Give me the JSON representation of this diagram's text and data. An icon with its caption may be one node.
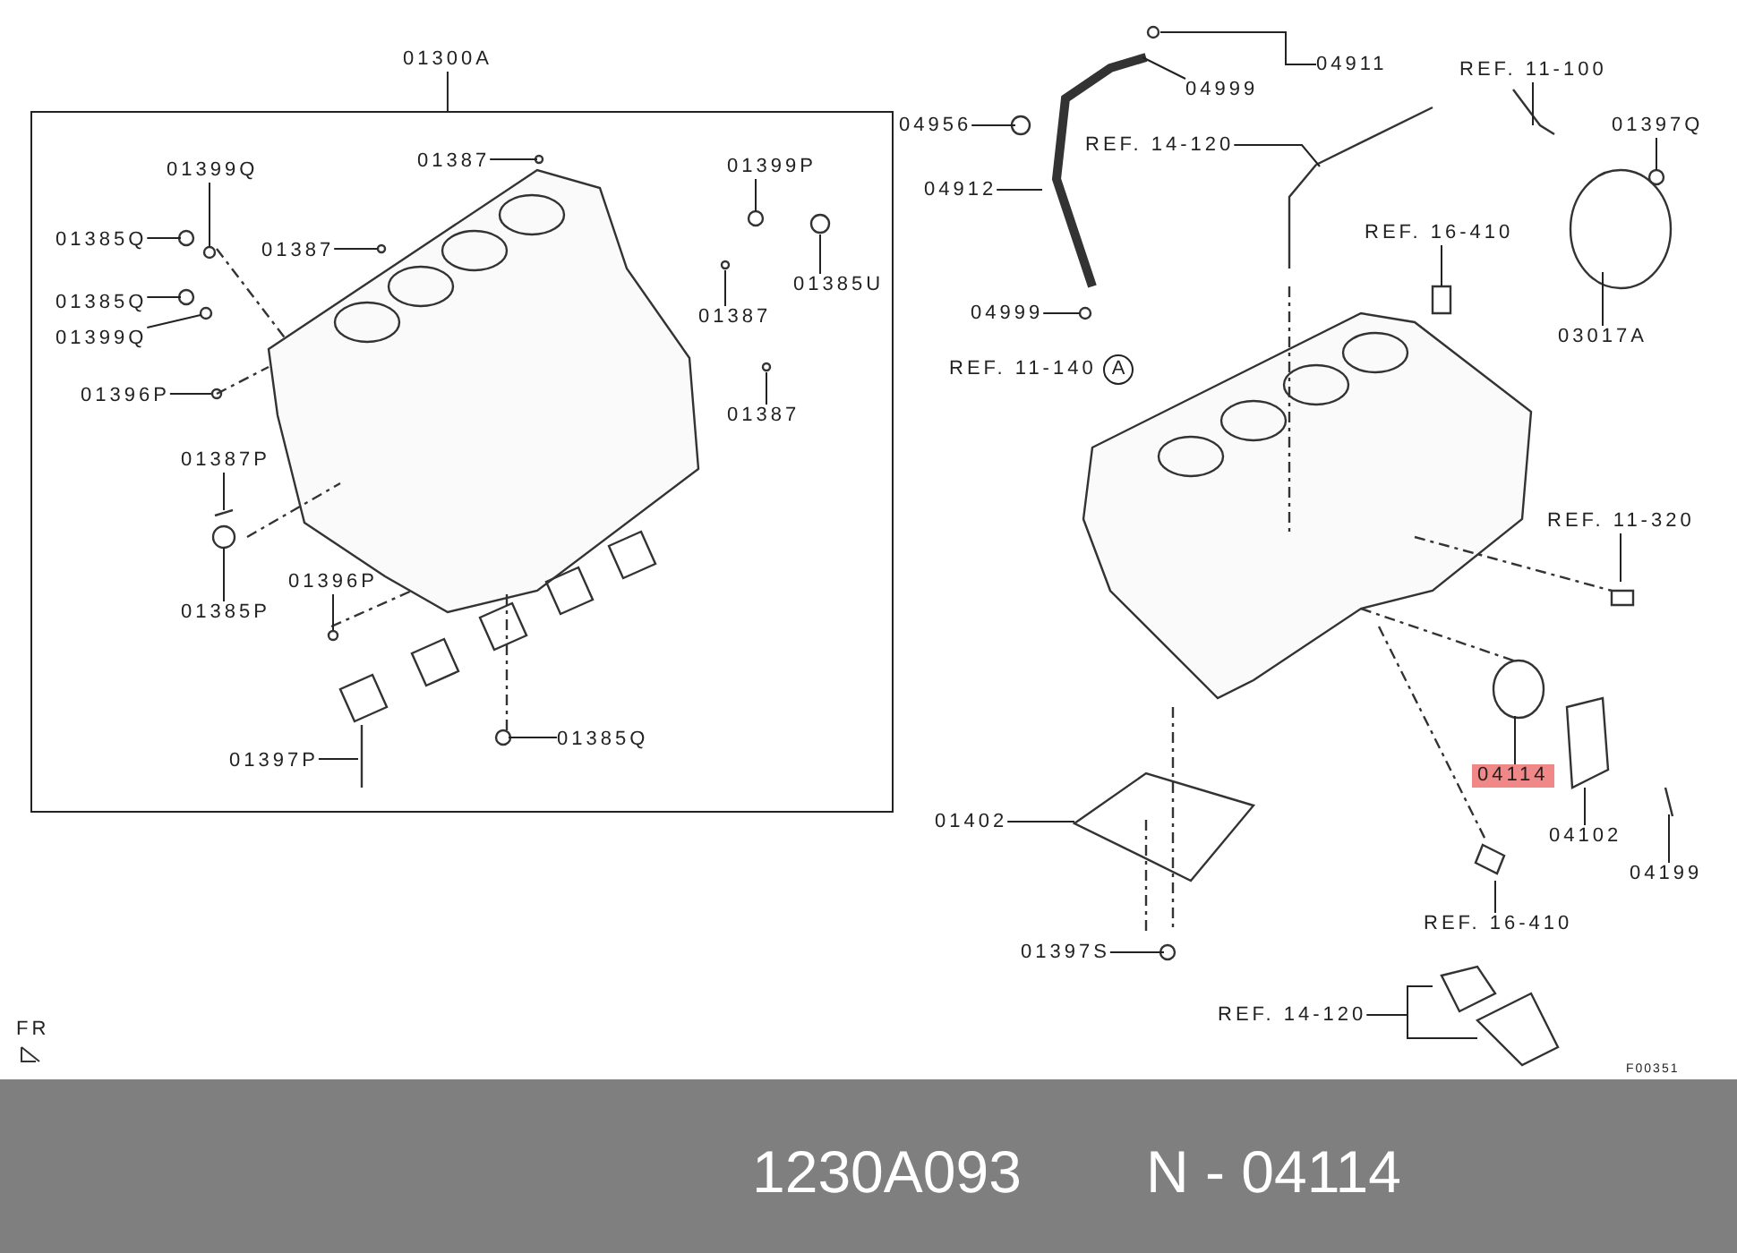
{
  "diagram": {
    "nodes": [
      {
        "text": [],
        "shape": "box"
      },
      {
        "text": [
          "01300A"
        ]
      },
      {
        "text": [
          "01387"
        ],
        "in": 0
      },
      {
        "text": [
          "01399Q"
        ],
        "in": 0
      },
      {
        "text": [
          "01385Q"
        ],
        "in": 0
      },
      {
        "text": [
          "01387"
        ],
        "in": 0
      },
      {
        "text": [
          "01399P"
        ],
        "in": 0
      },
      {
        "text": [
          "01385U"
        ],
        "in": 0
      },
      {
        "text": [
          "01385Q"
        ],
        "in": 0
      },
      {
        "text": [
          "01399Q"
        ],
        "in": 0
      },
      {
        "text": [
          "01396P"
        ],
        "in": 0
      },
      {
        "text": [
          "01387"
        ],
        "in": 0
      },
      {
        "text": [
          "01387"
        ],
        "in": 0
      },
      {
        "text": [
          "01387P"
        ],
        "in": 0
      },
      {
        "text": [
          "01385P"
        ],
        "in": 0
      },
      {
        "text": [
          "01396P"
        ],
        "in": 0
      },
      {
        "text": [
          "01385Q"
        ],
        "in": 0
      },
      {
        "text": [
          "01397P"
        ],
        "in": 0
      },
      {
        "text": [
          "04911"
        ]
      },
      {
        "text": [
          "04999"
        ]
      },
      {
        "text": [
          "04956"
        ]
      },
      {
        "text": [
          "REF. 14-120"
        ]
      },
      {
        "text": [
          "04912"
        ]
      },
      {
        "text": [
          "04999"
        ]
      },
      {
        "text": [
          "REF. 11-140"
        ]
      },
      {
        "text": [
          "A"
        ]
      },
      {
        "text": [
          "REF. 11-100"
        ]
      },
      {
        "text": [
          "01397Q"
        ]
      },
      {
        "text": [
          "REF. 16-410"
        ]
      },
      {
        "text": [
          "03017A"
        ]
      },
      {
        "text": [
          "REF. 11-320"
        ]
      },
      {
        "text": [
          "04114"
        ]
      },
      {
        "text": [
          "04102"
        ]
      },
      {
        "text": [
          "04199"
        ]
      },
      {
        "text": [
          "01402"
        ]
      },
      {
        "text": [
          "REF. 16-410"
        ]
      },
      {
        "text": [
          "01397S"
        ]
      },
      {
        "text": [
          "REF. 14-120"
        ]
      }
    ],
    "edges": [
      {
        "from": 1,
        "to": 0,
        "arrow": "none"
      },
      {
        "from": 2,
        "to": null,
        "arrow": "none"
      },
      {
        "from": 3,
        "to": null,
        "arrow": "none"
      },
      {
        "from": 4,
        "to": null,
        "arrow": "none"
      },
      {
        "from": 5,
        "to": null,
        "arrow": "none"
      },
      {
        "from": 6,
        "to": null,
        "arrow": "none"
      },
      {
        "from": 7,
        "to": null,
        "arrow": "none"
      },
      {
        "from": 8,
        "to": null,
        "arrow": "none"
      },
      {
        "from": 9,
        "to": null,
        "arrow": "none"
      },
      {
        "from": 10,
        "to": null,
        "arrow": "none"
      },
      {
        "from": 11,
        "to": null,
        "arrow": "none"
      },
      {
        "from": 12,
        "to": null,
        "arrow": "none"
      },
      {
        "from": 13,
        "to": null,
        "arrow": "none"
      },
      {
        "from": 14,
        "to": null,
        "arrow": "none"
      },
      {
        "from": 15,
        "to": null,
        "arrow": "none"
      },
      {
        "from": 16,
        "to": null,
        "arrow": "none"
      },
      {
        "from": 17,
        "to": null,
        "arrow": "none"
      },
      {
        "from": 18,
        "to": null,
        "arrow": "none"
      },
      {
        "from": 19,
        "to": null,
        "arrow": "none"
      },
      {
        "from": 20,
        "to": null,
        "arrow": "none"
      },
      {
        "from": 21,
        "to": null,
        "arrow": "none"
      },
      {
        "from": 22,
        "to": null,
        "arrow": "none"
      },
      {
        "from": 23,
        "to": null,
        "arrow": "none"
      },
      {
        "from": 26,
        "to": null,
        "arrow": "none"
      },
      {
        "from": 27,
        "to": null,
        "arrow": "none"
      },
      {
        "from": 28,
        "to": null,
        "arrow": "none"
      },
      {
        "from": 29,
        "to": null,
        "arrow": "none"
      },
      {
        "from": 30,
        "to": null,
        "arrow": "none"
      },
      {
        "from": 31,
        "to": null,
        "arrow": "none"
      },
      {
        "from": 32,
        "to": null,
        "arrow": "none"
      },
      {
        "from": 33,
        "to": null,
        "arrow": "none"
      },
      {
        "from": 34,
        "to": null,
        "arrow": "none"
      },
      {
        "from": 35,
        "to": null,
        "arrow": "none"
      },
      {
        "from": 36,
        "to": null,
        "arrow": "none"
      },
      {
        "from": 37,
        "to": null,
        "arrow": "none"
      }
    ],
    "labels": [
      "FR",
      "F00351",
      "1230A093",
      "N - 04114"
    ]
  }
}
